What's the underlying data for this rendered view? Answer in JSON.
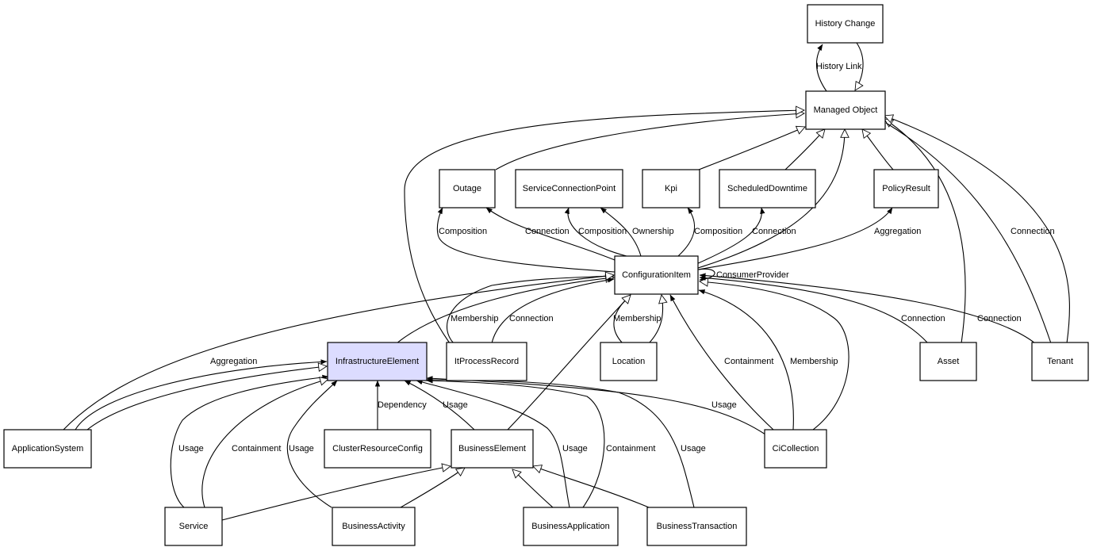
{
  "nodes": [
    {
      "id": "history-change",
      "label": "History Change"
    },
    {
      "id": "managed-object",
      "label": "Managed Object"
    },
    {
      "id": "outage",
      "label": "Outage"
    },
    {
      "id": "service-connection-point",
      "label": "ServiceConnectionPoint"
    },
    {
      "id": "kpi",
      "label": "Kpi"
    },
    {
      "id": "scheduled-downtime",
      "label": "ScheduledDowntime"
    },
    {
      "id": "policy-result",
      "label": "PolicyResult"
    },
    {
      "id": "configuration-item",
      "label": "ConfigurationItem"
    },
    {
      "id": "infrastructure-element",
      "label": "InfrastructureElement"
    },
    {
      "id": "it-process-record",
      "label": "ItProcessRecord"
    },
    {
      "id": "location",
      "label": "Location"
    },
    {
      "id": "asset",
      "label": "Asset"
    },
    {
      "id": "tenant",
      "label": "Tenant"
    },
    {
      "id": "application-system",
      "label": "ApplicationSystem"
    },
    {
      "id": "cluster-resource-config",
      "label": "ClusterResourceConfig"
    },
    {
      "id": "business-element",
      "label": "BusinessElement"
    },
    {
      "id": "ci-collection",
      "label": "CiCollection"
    },
    {
      "id": "service",
      "label": "Service"
    },
    {
      "id": "business-activity",
      "label": "BusinessActivity"
    },
    {
      "id": "business-application",
      "label": "BusinessApplication"
    },
    {
      "id": "business-transaction",
      "label": "BusinessTransaction"
    }
  ],
  "edge_labels": {
    "history_link": "History Link",
    "ci_outage_composition": "Composition",
    "ci_outage_connection": "Connection",
    "ci_scp_composition": "Composition",
    "ci_scp_ownership": "Ownership",
    "ci_kpi_composition": "Composition",
    "ci_downtime_connection": "Connection",
    "ci_policy_aggregation": "Aggregation",
    "ci_self_consumer_provider": "ConsumerProvider",
    "ie_ci_membership": "Membership",
    "itpr_ci_connection": "Connection",
    "location_ci_membership": "Membership",
    "asset_ci_connection": "Connection",
    "tenant_ci_connection": "Connection",
    "tenant_mo_connection": "Connection",
    "appsys_ie_aggregation": "Aggregation",
    "collection_ci_containment": "Containment",
    "collection_ci_membership": "Membership",
    "service_ie_usage": "Usage",
    "service_ie_containment": "Containment",
    "activity_ie_usage": "Usage",
    "cluster_ie_dependency": "Dependency",
    "be_ie_usage": "Usage",
    "bapp_ie_usage": "Usage",
    "bapp_ie_containment": "Containment",
    "btx_ie_usage": "Usage",
    "collection_ie_usage": "Usage"
  }
}
